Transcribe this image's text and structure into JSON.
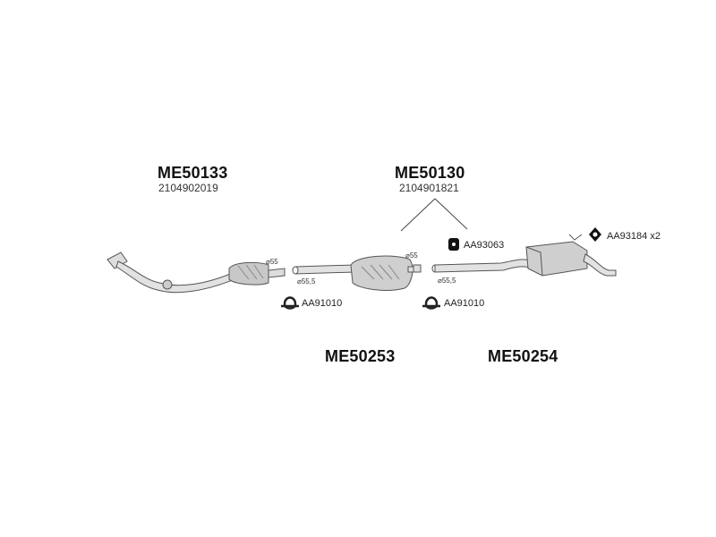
{
  "groups": {
    "front": {
      "code": "ME50133",
      "oem": "2104902019"
    },
    "center": {
      "code": "ME50130",
      "oem": "2104901821"
    },
    "middle": {
      "code": "ME50253"
    },
    "rear": {
      "code": "ME50254"
    }
  },
  "diameters": {
    "mid_in": "⌀55",
    "mid_in_2": "⌀55,5",
    "mid_out": "⌀55",
    "rear_in": "⌀55,5"
  },
  "accessories": {
    "clamp_1": "AA91010",
    "clamp_2": "AA91010",
    "mount_rubber": "AA93063",
    "hanger": "AA93184 x2"
  },
  "colors": {
    "line": "#555555",
    "part_fill": "#d8d8d8",
    "part_shade": "#a0a0a0"
  }
}
